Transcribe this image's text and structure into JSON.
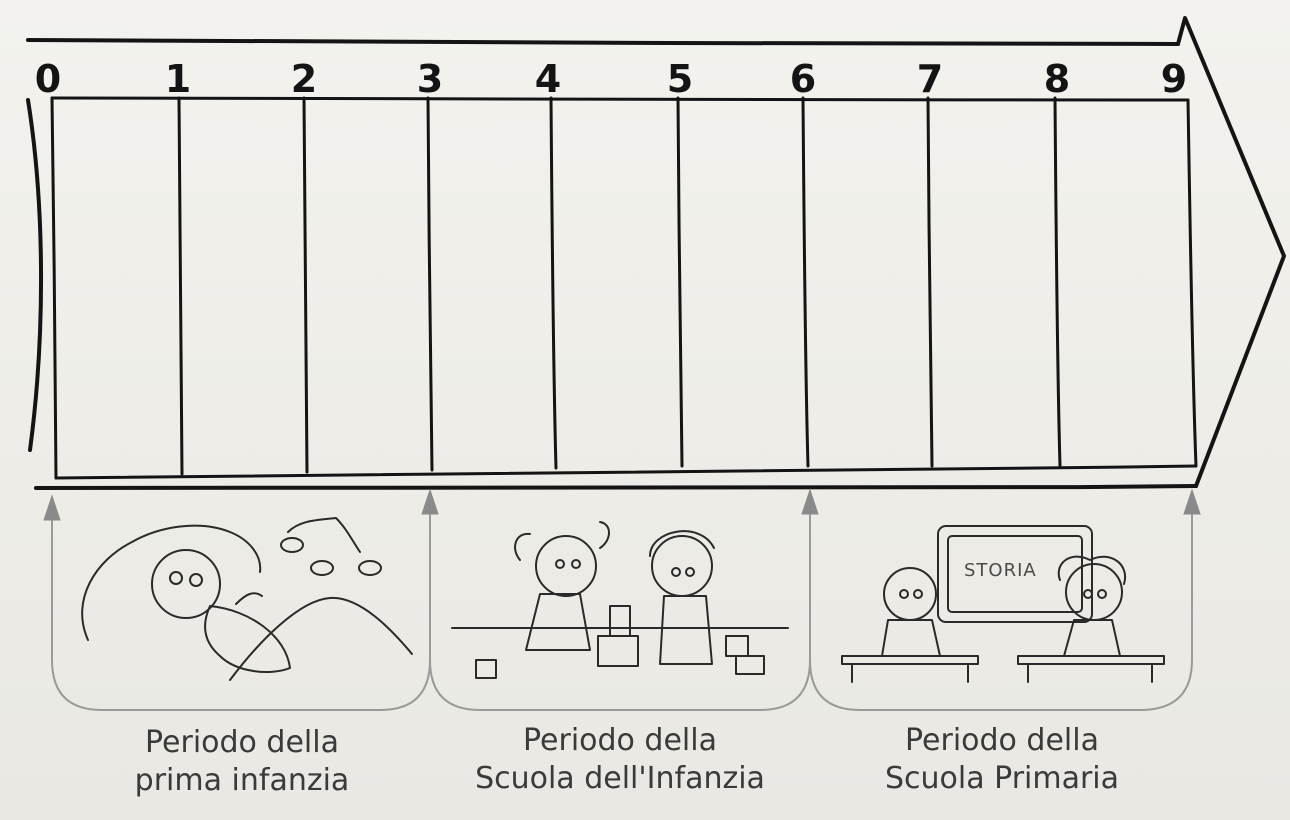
{
  "timeline": {
    "ticks": [
      "0",
      "1",
      "2",
      "3",
      "4",
      "5",
      "6",
      "7",
      "8",
      "9"
    ]
  },
  "periods": [
    {
      "line1": "Periodo della",
      "line2": "prima infanzia",
      "start_year": 0,
      "end_year": 3
    },
    {
      "line1": "Periodo della",
      "line2": "Scuola dell'Infanzia",
      "start_year": 3,
      "end_year": 6
    },
    {
      "line1": "Periodo della",
      "line2": "Scuola Primaria",
      "start_year": 6,
      "end_year": 9
    }
  ],
  "board_text": "STORIA",
  "colors": {
    "ink": "#141414",
    "arrow": "#8a8a8a",
    "panel_line": "#9a9a9a"
  }
}
